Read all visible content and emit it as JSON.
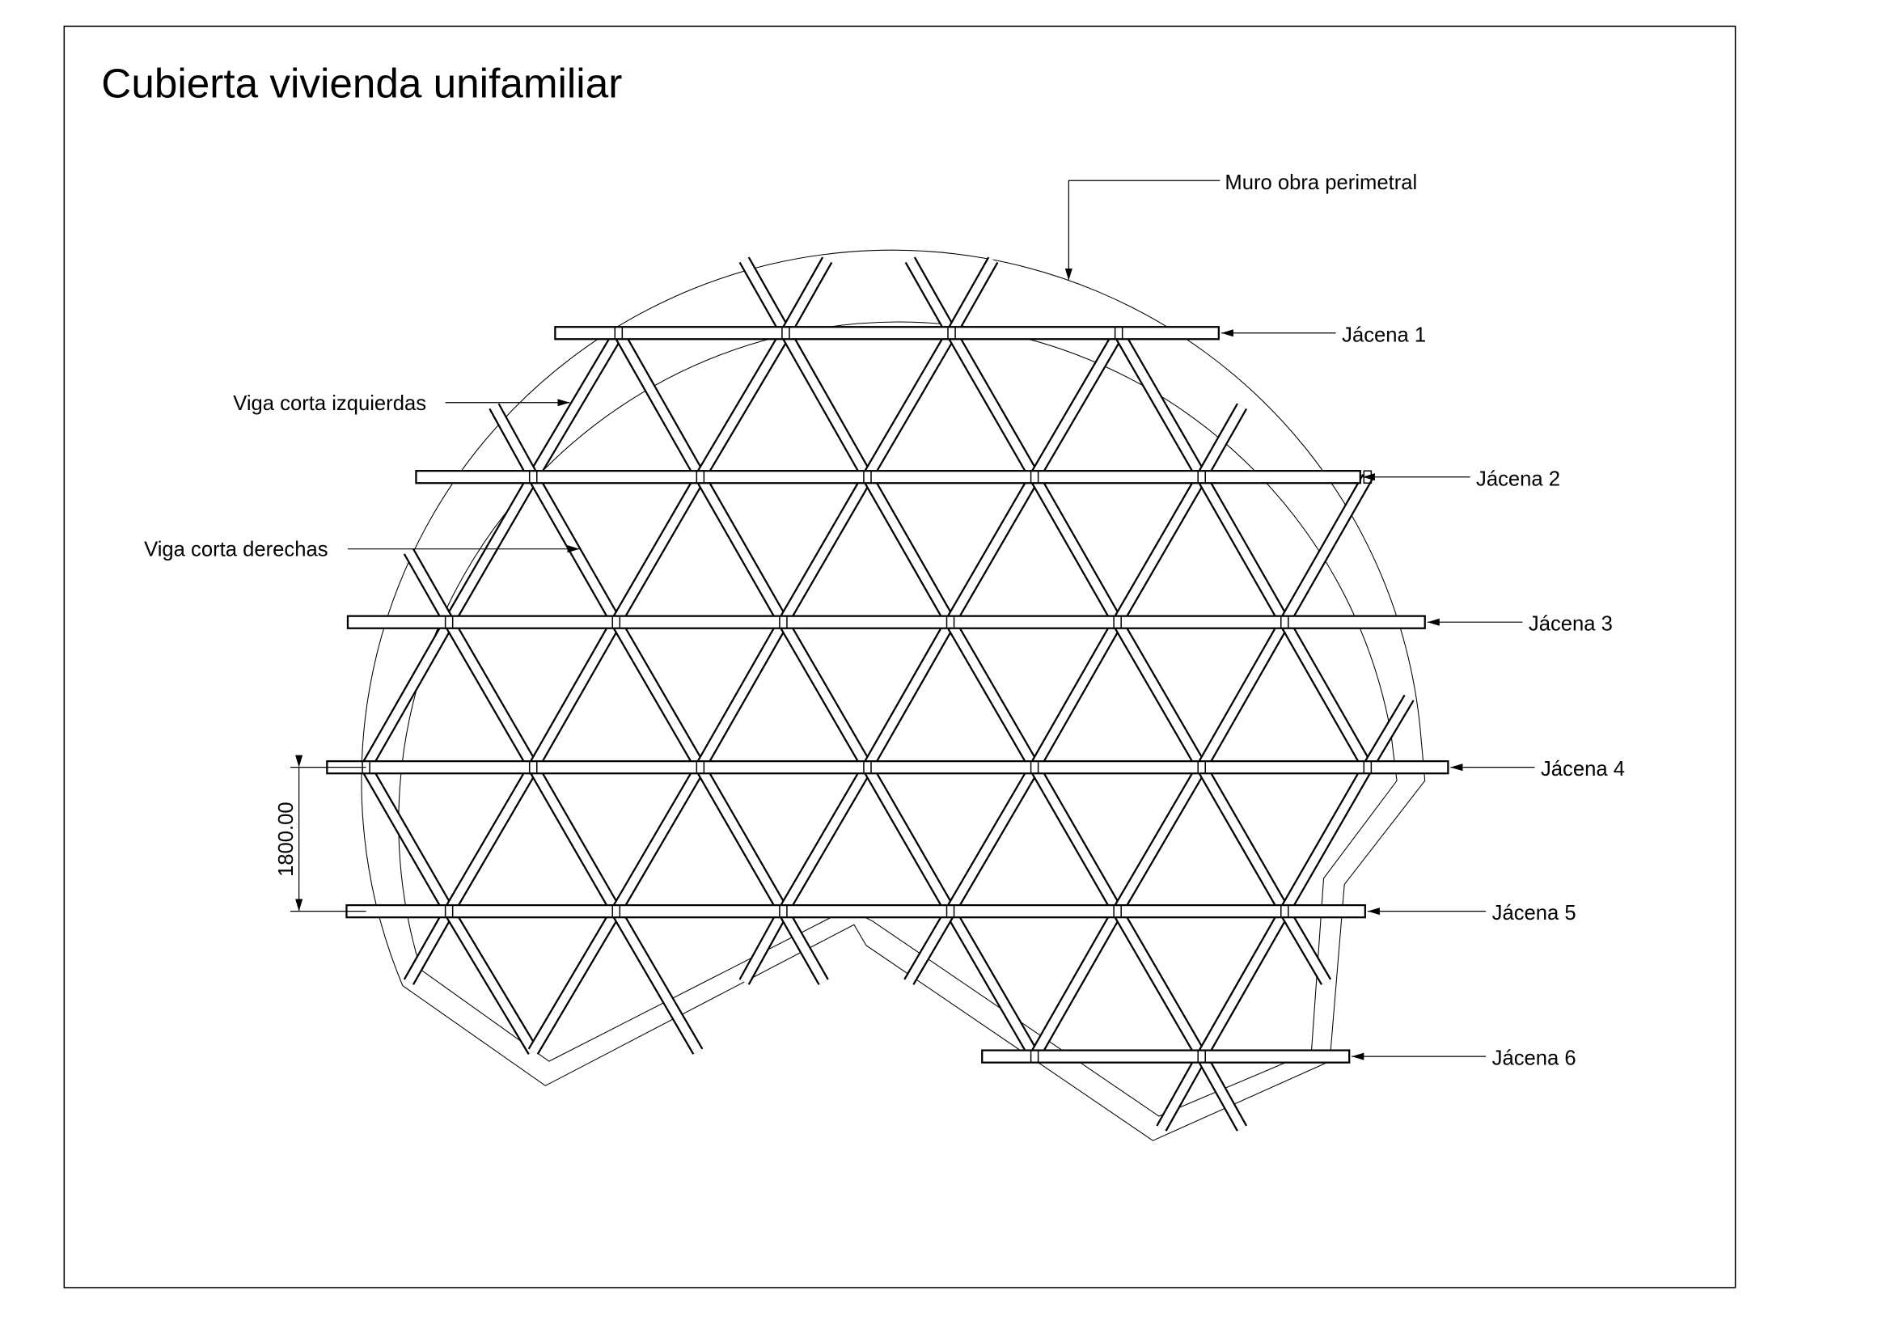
{
  "title": "Cubierta vivienda unifamiliar",
  "labels": {
    "wall": "Muro obra perimetral",
    "left_beam": "Viga corta izquierdas",
    "right_beam": "Viga corta derechas"
  },
  "girders": [
    "Jácena 1",
    "Jácena 2",
    "Jácena 3",
    "Jácena 4",
    "Jácena 5",
    "Jácena 6"
  ],
  "dimension": "1800.00"
}
